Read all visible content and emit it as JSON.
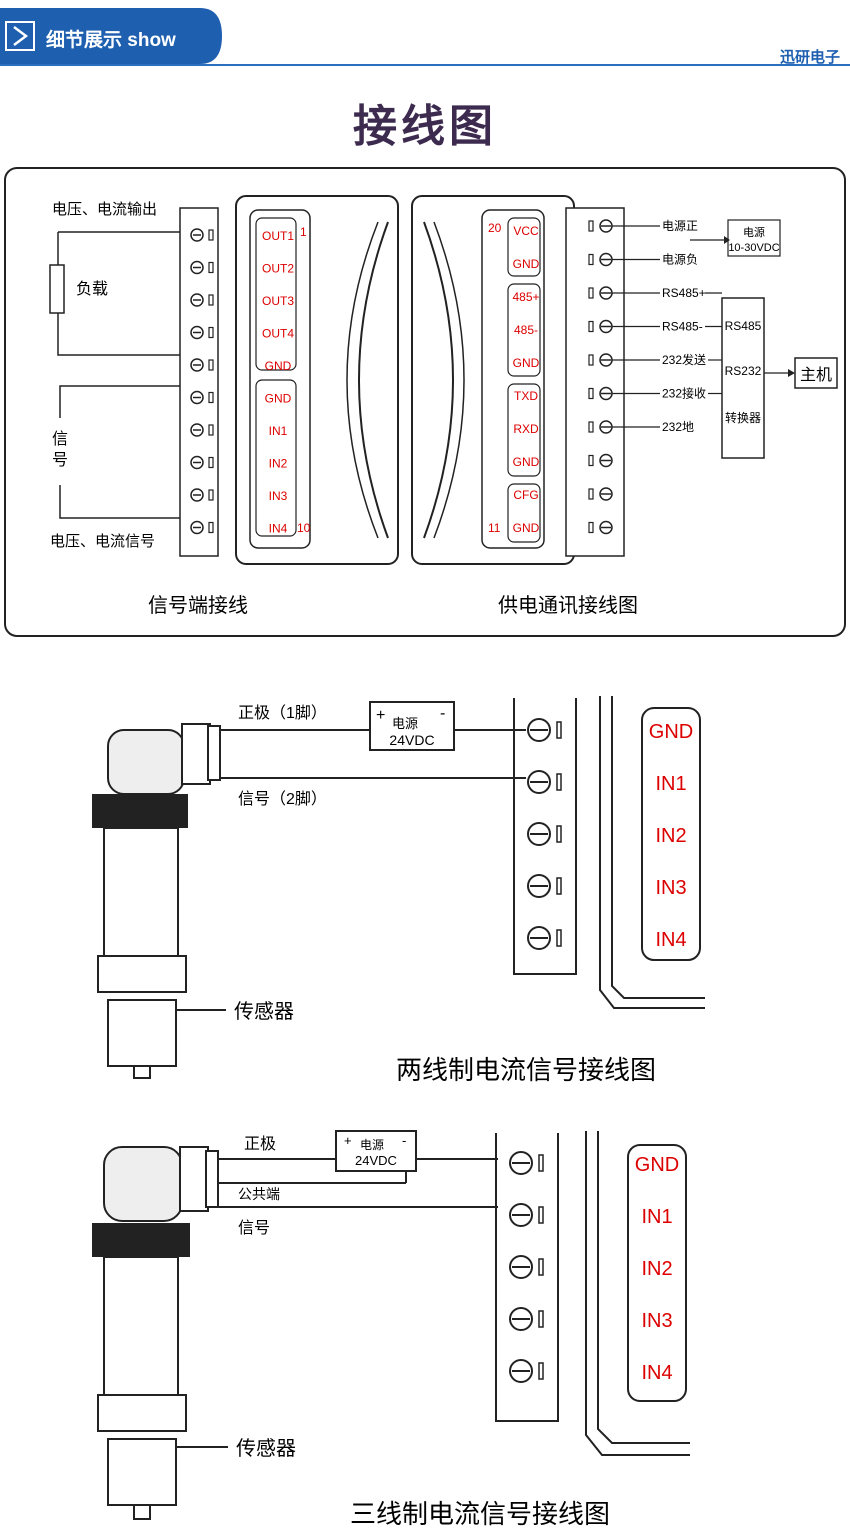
{
  "header": {
    "banner_label": "细节展示 show",
    "brand": "迅研电子",
    "main_title": "接线图",
    "accent_color": "#1e5fb0"
  },
  "wiring_panel": {
    "left": {
      "top_label": "电压、电流输出",
      "load_label": "负载",
      "signal_label": "信号",
      "bottom_label": "电压、电流信号",
      "caption": "信号端接线",
      "pins": [
        "OUT1",
        "OUT2",
        "OUT3",
        "OUT4",
        "GND",
        "GND",
        "IN1",
        "IN2",
        "IN3",
        "IN4"
      ],
      "pin_start": "1",
      "pin_end": "10"
    },
    "right": {
      "caption": "供电通讯接线图",
      "pins": [
        "VCC",
        "GND",
        "485+",
        "485-",
        "GND",
        "TXD",
        "RXD",
        "GND",
        "CFG",
        "GND"
      ],
      "pin_start": "20",
      "pin_end": "11",
      "wire_labels": [
        "电源正",
        "电源负",
        "RS485+",
        "RS485-",
        "232发送",
        "232接收",
        "232地"
      ],
      "power_box": [
        "电源",
        "10-30VDC"
      ],
      "converter_labels": [
        "RS485",
        "RS232",
        "转换器"
      ],
      "host_label": "主机"
    }
  },
  "two_wire": {
    "caption": "两线制电流信号接线图",
    "positive_label": "正极（1脚）",
    "signal_label": "信号（2脚）",
    "power_box": [
      "+",
      "电源",
      "-",
      "24VDC"
    ],
    "sensor_label": "传感器",
    "terminal_labels": [
      "GND",
      "IN1",
      "IN2",
      "IN3",
      "IN4"
    ]
  },
  "three_wire": {
    "caption": "三线制电流信号接线图",
    "positive_label": "正极",
    "common_label": "公共端",
    "signal_label": "信号",
    "power_box": [
      "+",
      "电源",
      "-",
      "24VDC"
    ],
    "sensor_label": "传感器",
    "terminal_labels": [
      "GND",
      "IN1",
      "IN2",
      "IN3",
      "IN4"
    ]
  }
}
